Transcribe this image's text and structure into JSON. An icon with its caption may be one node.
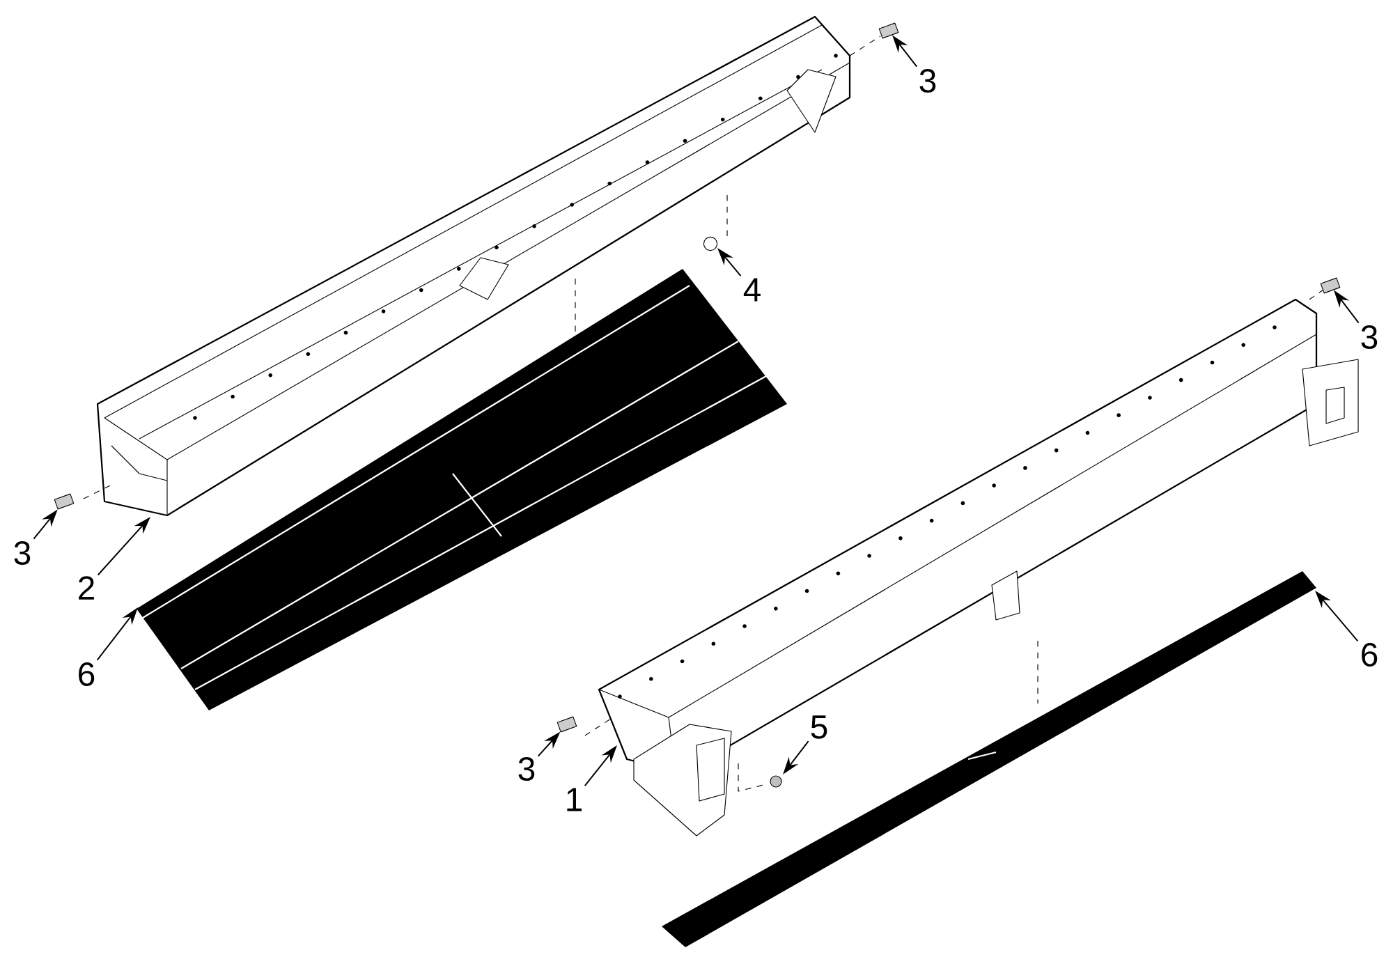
{
  "diagram": {
    "nodes": [
      {
        "text": [
          "3"
        ]
      },
      {
        "text": [
          "4"
        ]
      },
      {
        "text": [
          "3"
        ]
      },
      {
        "text": [
          "3"
        ]
      },
      {
        "text": [
          "2"
        ]
      },
      {
        "text": [
          "6"
        ]
      },
      {
        "text": [
          "6"
        ]
      },
      {
        "text": [
          "5"
        ]
      },
      {
        "text": [
          "3"
        ]
      },
      {
        "text": [
          "1"
        ]
      },
      {
        "text": [],
        "shape": "picture"
      },
      {
        "text": [],
        "shape": "picture"
      },
      {
        "text": [],
        "shape": "picture"
      },
      {
        "text": [],
        "shape": "picture"
      }
    ],
    "edges": [
      {
        "from": 0,
        "to": 10,
        "arrow": "to"
      },
      {
        "from": 1,
        "to": null,
        "arrow": "to"
      },
      {
        "from": 2,
        "to": 11,
        "arrow": "to"
      },
      {
        "from": 3,
        "to": 12,
        "arrow": "to"
      },
      {
        "from": 4,
        "to": null,
        "arrow": "to"
      },
      {
        "from": 5,
        "to": null,
        "arrow": "to"
      },
      {
        "from": 6,
        "to": null,
        "arrow": "to"
      },
      {
        "from": 7,
        "to": null,
        "arrow": "to"
      },
      {
        "from": 8,
        "to": 13,
        "arrow": "to"
      },
      {
        "from": 9,
        "to": null,
        "arrow": "to"
      }
    ]
  }
}
